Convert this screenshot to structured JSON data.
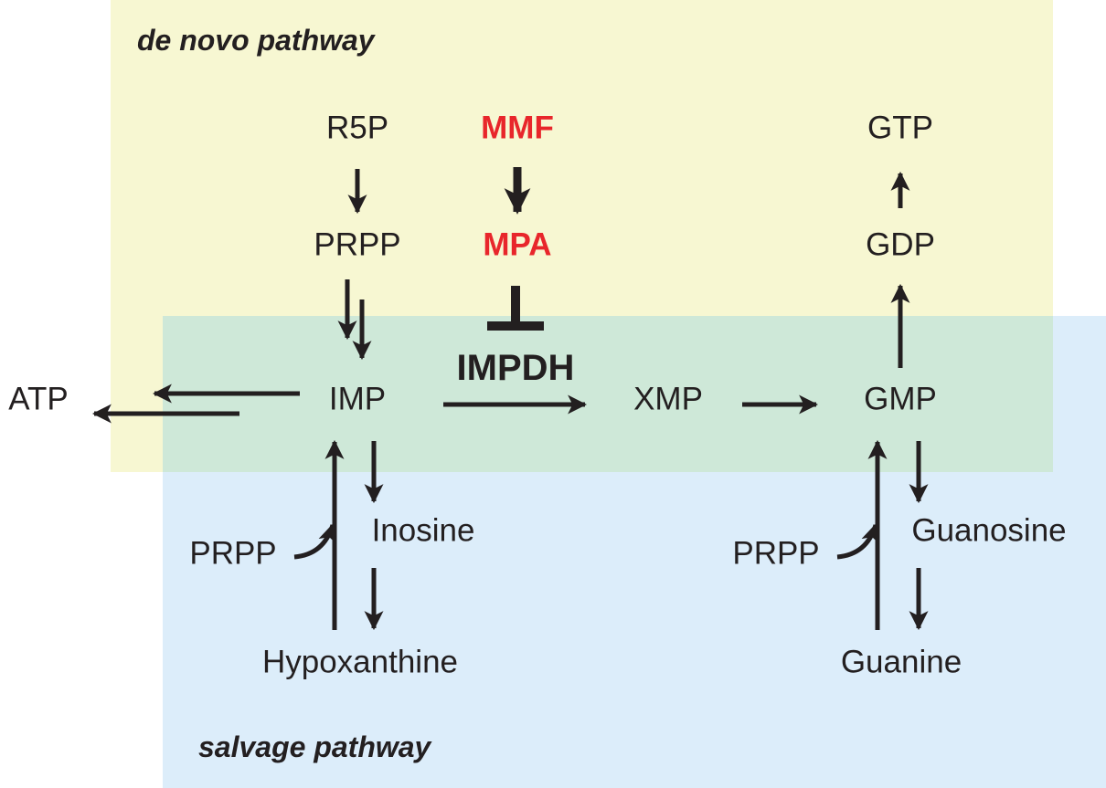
{
  "regions": {
    "de_novo": {
      "title": "de novo pathway",
      "color": "#f7f7d2"
    },
    "salvage": {
      "title": "salvage pathway",
      "color": "#dcedfa"
    },
    "overlap_color": "#cee8d8"
  },
  "colors": {
    "text": "#231f20",
    "drug": "#e8262b",
    "arrow": "#231f20"
  },
  "nodes": {
    "r5p": "R5P",
    "prpp_top": "PRPP",
    "mmf": "MMF",
    "mpa": "MPA",
    "impdh": "IMPDH",
    "imp": "IMP",
    "xmp": "XMP",
    "gmp": "GMP",
    "gdp": "GDP",
    "gtp": "GTP",
    "atp": "ATP",
    "inosine": "Inosine",
    "hypoxanthine": "Hypoxanthine",
    "prpp_left": "PRPP",
    "guanosine": "Guanosine",
    "guanine": "Guanine",
    "prpp_right": "PRPP"
  },
  "edges": [
    {
      "from": "R5P",
      "to": "PRPP",
      "type": "conversion"
    },
    {
      "from": "MMF",
      "to": "MPA",
      "type": "conversion"
    },
    {
      "from": "MPA",
      "to": "IMPDH",
      "type": "inhibition"
    },
    {
      "from": "PRPP",
      "to": "IMP",
      "type": "multi-step"
    },
    {
      "from": "IMP",
      "to": "XMP",
      "type": "conversion",
      "enzyme": "IMPDH"
    },
    {
      "from": "XMP",
      "to": "GMP",
      "type": "conversion"
    },
    {
      "from": "GMP",
      "to": "GDP",
      "type": "conversion"
    },
    {
      "from": "GDP",
      "to": "GTP",
      "type": "conversion"
    },
    {
      "from": "IMP",
      "to": "ATP",
      "type": "multi-step"
    },
    {
      "from": "IMP",
      "to": "Inosine",
      "type": "conversion"
    },
    {
      "from": "Inosine",
      "to": "Hypoxanthine",
      "type": "conversion"
    },
    {
      "from": "Hypoxanthine",
      "to": "IMP",
      "type": "salvage",
      "cofactor": "PRPP"
    },
    {
      "from": "GMP",
      "to": "Guanosine",
      "type": "conversion"
    },
    {
      "from": "Guanosine",
      "to": "Guanine",
      "type": "conversion"
    },
    {
      "from": "Guanine",
      "to": "GMP",
      "type": "salvage",
      "cofactor": "PRPP"
    }
  ]
}
